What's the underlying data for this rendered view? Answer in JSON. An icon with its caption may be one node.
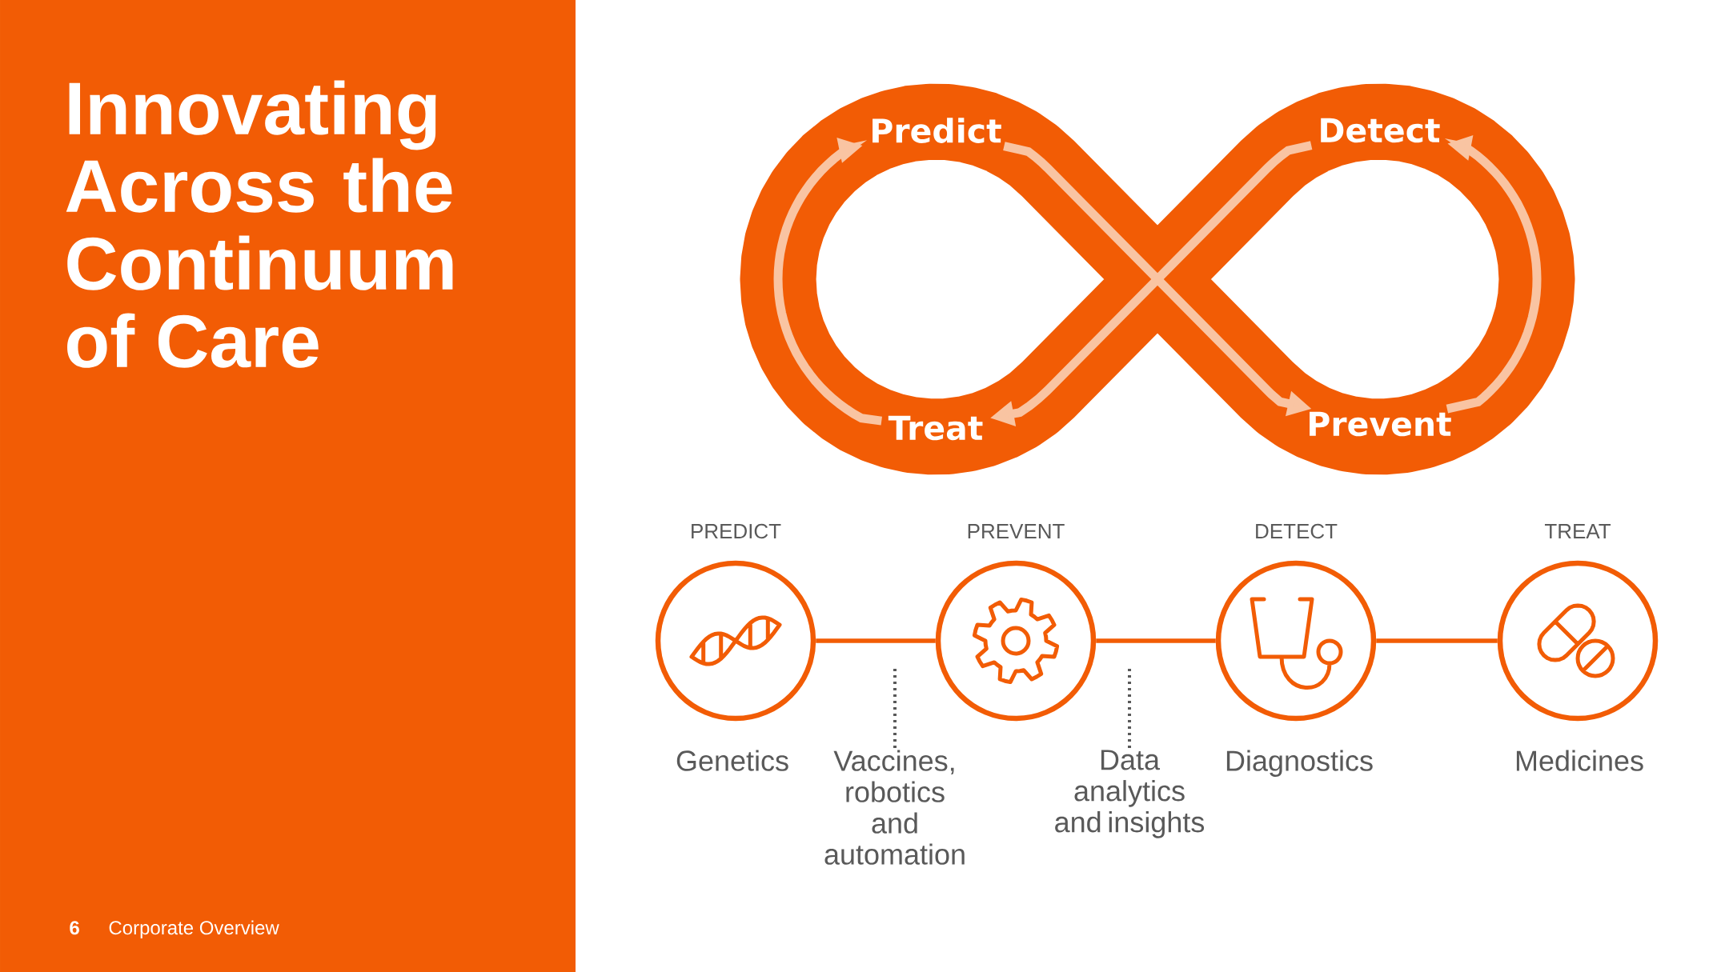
{
  "diagram": {
    "title": "Innovating Across the Continuum of Care",
    "nodes": [
      {
        "text": [
          "Predict"
        ]
      },
      {
        "text": [
          "Detect"
        ]
      },
      {
        "text": [
          "Treat"
        ]
      },
      {
        "text": [
          "Prevent"
        ]
      },
      {
        "text": [
          "PREDICT"
        ],
        "beside": [
          "Genetics"
        ]
      },
      {
        "text": [
          "PREVENT"
        ]
      },
      {
        "text": [
          "DETECT"
        ],
        "beside": [
          "Diagnostics"
        ]
      },
      {
        "text": [
          "TREAT"
        ],
        "beside": [
          "Medicines"
        ]
      },
      {
        "text": [
          "Vaccines, robotics and automation"
        ]
      },
      {
        "text": [
          "Data analytics and insights"
        ]
      }
    ],
    "edges": [
      {
        "from": 2,
        "to": 0,
        "arrow": "to",
        "style": "thick",
        "color": "#f9c4a2"
      },
      {
        "from": 0,
        "to": 3,
        "arrow": "to",
        "style": "thick",
        "color": "#f9c4a2"
      },
      {
        "from": 3,
        "to": 1,
        "arrow": "to",
        "style": "thick",
        "color": "#f9c4a2"
      },
      {
        "from": 1,
        "to": 2,
        "arrow": "to",
        "style": "thick",
        "color": "#f9c4a2"
      },
      {
        "from": 4,
        "to": 5,
        "arrow": "none",
        "color": "#f25c05"
      },
      {
        "from": 5,
        "to": 6,
        "arrow": "none",
        "color": "#f25c05"
      },
      {
        "from": 6,
        "to": 7,
        "arrow": "none",
        "color": "#f25c05"
      },
      {
        "from": 8,
        "to": null,
        "arrow": "none",
        "style": "dashed",
        "color": "#595959"
      },
      {
        "from": 9,
        "to": null,
        "arrow": "none",
        "style": "dashed",
        "color": "#595959"
      }
    ],
    "labels": [
      "6",
      "Corporate Overview"
    ]
  }
}
